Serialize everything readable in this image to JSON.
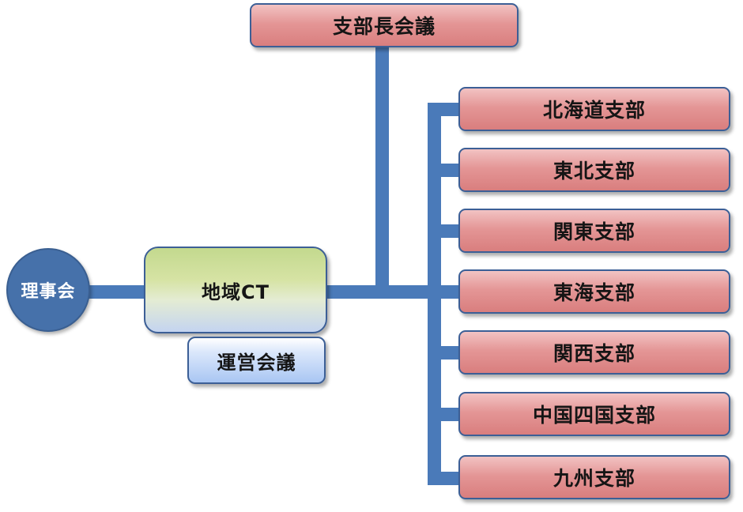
{
  "top": {
    "label": "支部長会議"
  },
  "board": {
    "label": "理事会"
  },
  "center": {
    "label": "地域CT"
  },
  "sub": {
    "label": "運営会議"
  },
  "branches": [
    {
      "label": "北海道支部"
    },
    {
      "label": "東北支部"
    },
    {
      "label": "関東支部"
    },
    {
      "label": "東海支部"
    },
    {
      "label": "関西支部"
    },
    {
      "label": "中国四国支部"
    },
    {
      "label": "九州支部"
    }
  ],
  "colors": {
    "connector": "#4a7ab9",
    "branch_fill": "#e49696",
    "board_fill": "#4671aa",
    "border": "#3c5f96"
  }
}
